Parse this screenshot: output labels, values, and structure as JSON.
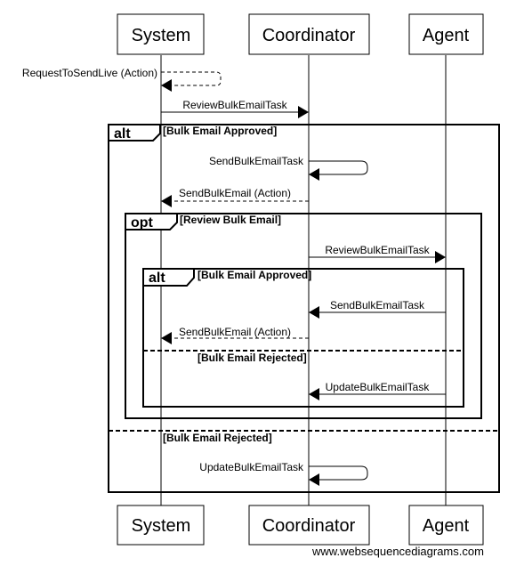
{
  "participants": [
    "System",
    "Coordinator",
    "Agent"
  ],
  "messages": {
    "m1": "RequestToSendLive (Action)",
    "m2": "ReviewBulkEmailTask",
    "m3": "SendBulkEmailTask",
    "m4": "SendBulkEmail (Action)",
    "m5": "ReviewBulkEmailTask",
    "m6": "SendBulkEmailTask",
    "m7": "SendBulkEmail (Action)",
    "m8": "UpdateBulkEmailTask",
    "m9": "UpdateBulkEmailTask"
  },
  "frames": {
    "outer_alt": {
      "type": "alt",
      "condition": "[Bulk Email Approved]",
      "else_condition": "[Bulk Email Rejected]"
    },
    "opt": {
      "type": "opt",
      "condition": "[Review Bulk Email]"
    },
    "inner_alt": {
      "type": "alt",
      "condition": "[Bulk Email Approved]",
      "else_condition": "[Bulk Email Rejected]"
    }
  },
  "watermark": "www.websequencediagrams.com"
}
